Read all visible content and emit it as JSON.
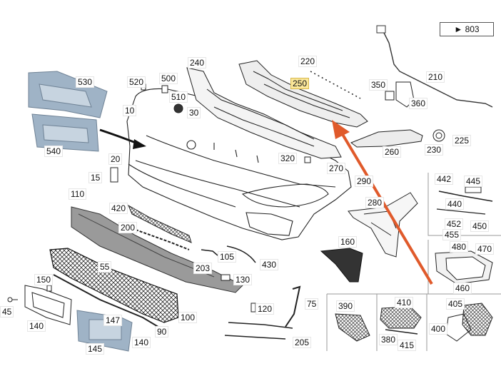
{
  "reference": "► 803",
  "highlight_color": "#fbe79a",
  "arrow_color": "#e05a2b",
  "labels": {
    "p10": "10",
    "p15": "15",
    "p20": "20",
    "p30": "30",
    "p45": "45",
    "p55": "55",
    "p75": "75",
    "p90": "90",
    "p100": "100",
    "p105": "105",
    "p110": "110",
    "p120": "120",
    "p130": "130",
    "p140a": "140",
    "p140b": "140",
    "p145": "145",
    "p147": "147",
    "p150": "150",
    "p160": "160",
    "p200": "200",
    "p203": "203",
    "p205": "205",
    "p210": "210",
    "p220": "220",
    "p225": "225",
    "p230": "230",
    "p240": "240",
    "p250": "250",
    "p260": "260",
    "p270": "270",
    "p280": "280",
    "p290": "290",
    "p320": "320",
    "p350": "350",
    "p360": "360",
    "p380": "380",
    "p390": "390",
    "p400": "400",
    "p405": "405",
    "p410": "410",
    "p415": "415",
    "p420": "420",
    "p430": "430",
    "p440": "440",
    "p442": "442",
    "p445": "445",
    "p450": "450",
    "p452": "452",
    "p455": "455",
    "p460": "460",
    "p470": "470",
    "p480": "480",
    "p500": "500",
    "p510": "510",
    "p520": "520",
    "p530": "530",
    "p540": "540"
  }
}
